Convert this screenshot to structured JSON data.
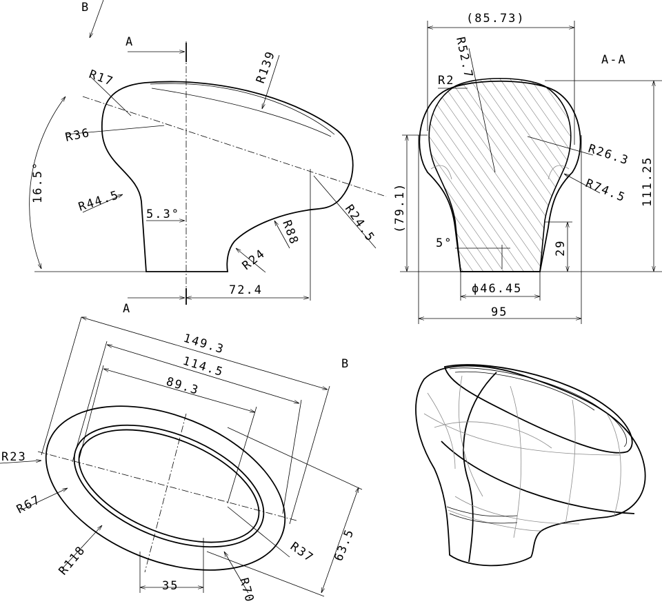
{
  "side_view": {
    "view_label_b": "B",
    "section_label_top": "A",
    "section_label_bottom": "A",
    "dims": {
      "r17": "R17",
      "r139": "R139",
      "r36": "R36",
      "angle_16_5": "16.5°",
      "r44_5": "R44.5",
      "angle_5_3": "5.3°",
      "r88": "R88",
      "r24": "R24",
      "r24_5": "R24.5",
      "len_72_4": "72.4"
    }
  },
  "section_view": {
    "title": "A-A",
    "dims": {
      "width_85_73": "(85.73)",
      "r52_7": "R52.7",
      "r2": "R2",
      "r26_3": "R26.3",
      "r74_5": "R74.5",
      "height_111_25": "111.25",
      "height_79_1": "(79.1)",
      "angle_5": "5°",
      "height_29": "29",
      "dia_46_45": "ϕ46.45",
      "width_95": "95"
    }
  },
  "top_view": {
    "view_label": "B",
    "dims": {
      "len_149_3": "149.3",
      "len_114_5": "114.5",
      "len_89_3": "89.3",
      "r23": "R23",
      "r67": "R67",
      "r118": "R118",
      "len_35": "35",
      "r70": "R70",
      "r37": "R37",
      "width_63_5": "63.5"
    }
  }
}
